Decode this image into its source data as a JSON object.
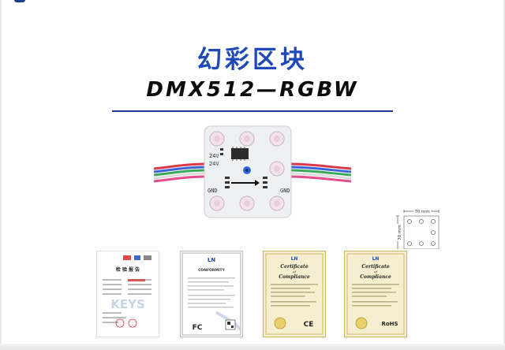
{
  "title_cn": "幻彩区块",
  "title_en": "DMX512—RGBW",
  "module": {
    "pcb_labels": {
      "voltage_top": "24V",
      "voltage_left": "24V",
      "gnd_left": "GND",
      "gnd_right": "GND"
    },
    "wire_colors": [
      "#d93a4a",
      "#3a64d8",
      "#3aa65a",
      "#e8e8e8",
      "#e34b8a"
    ],
    "colors": {
      "pcb": "#eef0f2",
      "lens": "#f3e2ea",
      "chip": "#2b2b2b"
    }
  },
  "dimension_drawing": {
    "width_label": "70 mm",
    "height_label": "70 mm"
  },
  "certificates": [
    {
      "kind": "test-report",
      "heading": "检 验 报 告",
      "watermark": "KEYS"
    },
    {
      "kind": "declaration",
      "logo": "LN",
      "heading": "CONFORMITY",
      "mark": "FC"
    },
    {
      "kind": "certificate",
      "logo": "LN",
      "heading_1": "Certificate",
      "heading_2": "of",
      "heading_3": "Compliance",
      "mark": "CE"
    },
    {
      "kind": "certificate",
      "logo": "LN",
      "heading_1": "Certificate",
      "heading_2": "of",
      "heading_3": "Compliance",
      "mark": "RoHS"
    }
  ],
  "accent_color": "#1f49b6"
}
